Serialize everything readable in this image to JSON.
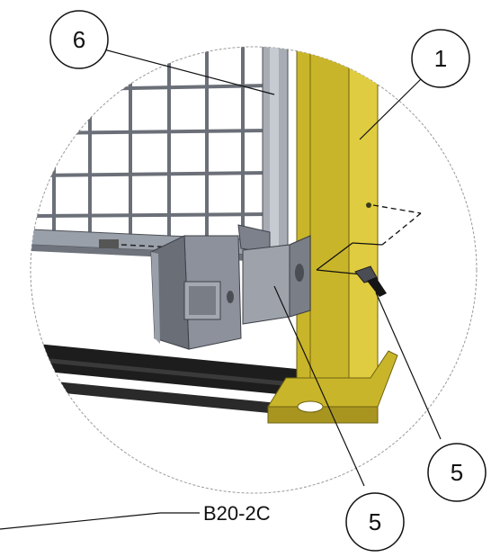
{
  "callouts": [
    {
      "id": "6",
      "label": "6"
    },
    {
      "id": "1",
      "label": "1"
    },
    {
      "id": "5a",
      "label": "5"
    },
    {
      "id": "5b",
      "label": "5"
    }
  ],
  "drawing_code": "B20-2C",
  "colors": {
    "post_yellow": "#c9b52a",
    "post_yellow_dark": "#9f8e18",
    "bracket_gray": "#8a8e99",
    "bracket_dark": "#5d616b",
    "mesh": "#6b6f78",
    "floor_bar": "#1d1d1d"
  }
}
